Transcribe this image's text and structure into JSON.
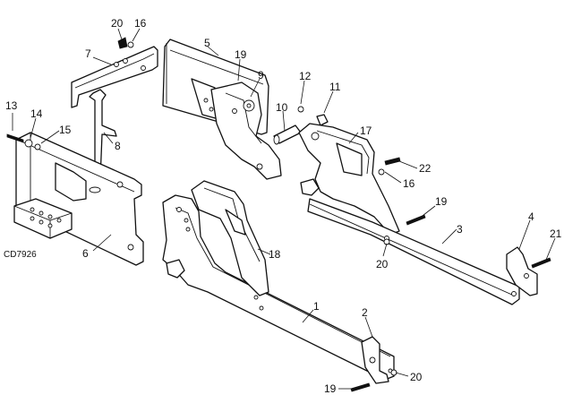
{
  "figure_id": "CD7926",
  "callouts": {
    "c1": "1",
    "c2": "2",
    "c3": "3",
    "c4": "4",
    "c5": "5",
    "c6": "6",
    "c7": "7",
    "c8": "8",
    "c9": "9",
    "c10": "10",
    "c11": "11",
    "c12": "12",
    "c13": "13",
    "c14": "14",
    "c15": "15",
    "c16a": "16",
    "c16b": "16",
    "c17": "17",
    "c18": "18",
    "c19a": "19",
    "c19b": "19",
    "c19c": "19",
    "c20a": "20",
    "c20b": "20",
    "c20c": "20",
    "c21": "21",
    "c22": "22"
  }
}
